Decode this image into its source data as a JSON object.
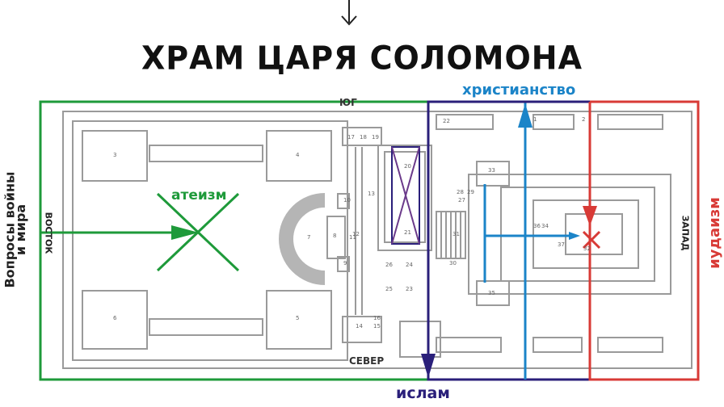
{
  "title": "ХРАМ ЦАРЯ СОЛОМОНА",
  "compass": {
    "south": "ЮГ",
    "north": "СЕВЕР",
    "east": "ВОСТОК",
    "west": "ЗАПАД"
  },
  "labels": {
    "christianity": "христианство",
    "atheism": "атеизм",
    "islam": "ислам",
    "judaism": "иудаизм",
    "side_question_line1": "Вопросы войны",
    "side_question_line2": "и мира"
  },
  "room_numbers": [
    "1",
    "2",
    "3",
    "4",
    "5",
    "6",
    "7",
    "8",
    "9",
    "10",
    "11",
    "12",
    "13",
    "14",
    "15",
    "16",
    "17",
    "18",
    "19",
    "20",
    "21",
    "22",
    "23",
    "24",
    "25",
    "26",
    "27",
    "28",
    "29",
    "30",
    "31",
    "32",
    "33",
    "34",
    "35",
    "36",
    "37"
  ],
  "colors": {
    "green": "#1e9a3a",
    "blue": "#1b84c8",
    "purple": "#2a1f7a",
    "red": "#d83a36",
    "plan_line": "#9a9a9a"
  }
}
